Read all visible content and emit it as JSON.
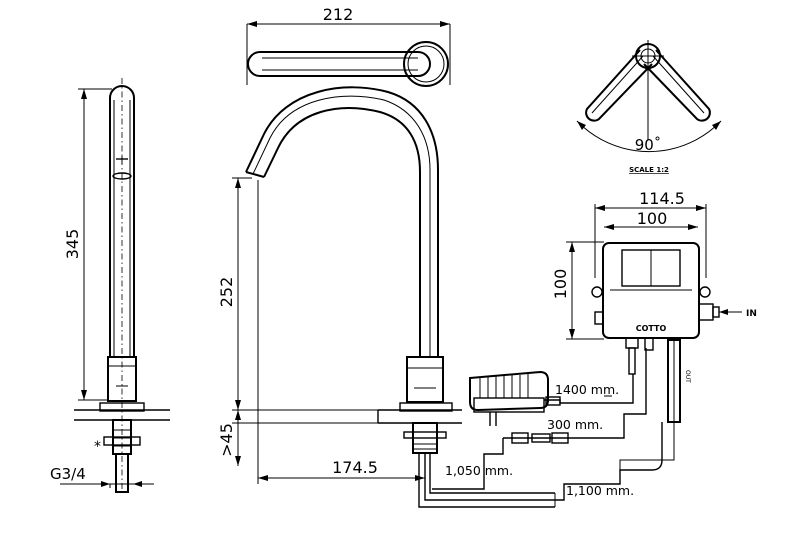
{
  "dimensions": {
    "width_212": "212",
    "height_345": "345",
    "height_252": "252",
    "gt45": ">45",
    "len_174_5": "174.5",
    "thread": "G3/4",
    "asterisk": "*",
    "angle_90": "90˚",
    "scale": "SCALE 1:2",
    "box_114_5": "114.5",
    "box_100w": "100",
    "box_100h": "100"
  },
  "cables": {
    "c1400": "1400 mm.",
    "c300": "300 mm.",
    "c1050": "1,050 mm.",
    "c1100": "1,100 mm."
  },
  "control_box": {
    "brand": "COTTO",
    "in_label": "IN",
    "out_label": "OUT"
  }
}
